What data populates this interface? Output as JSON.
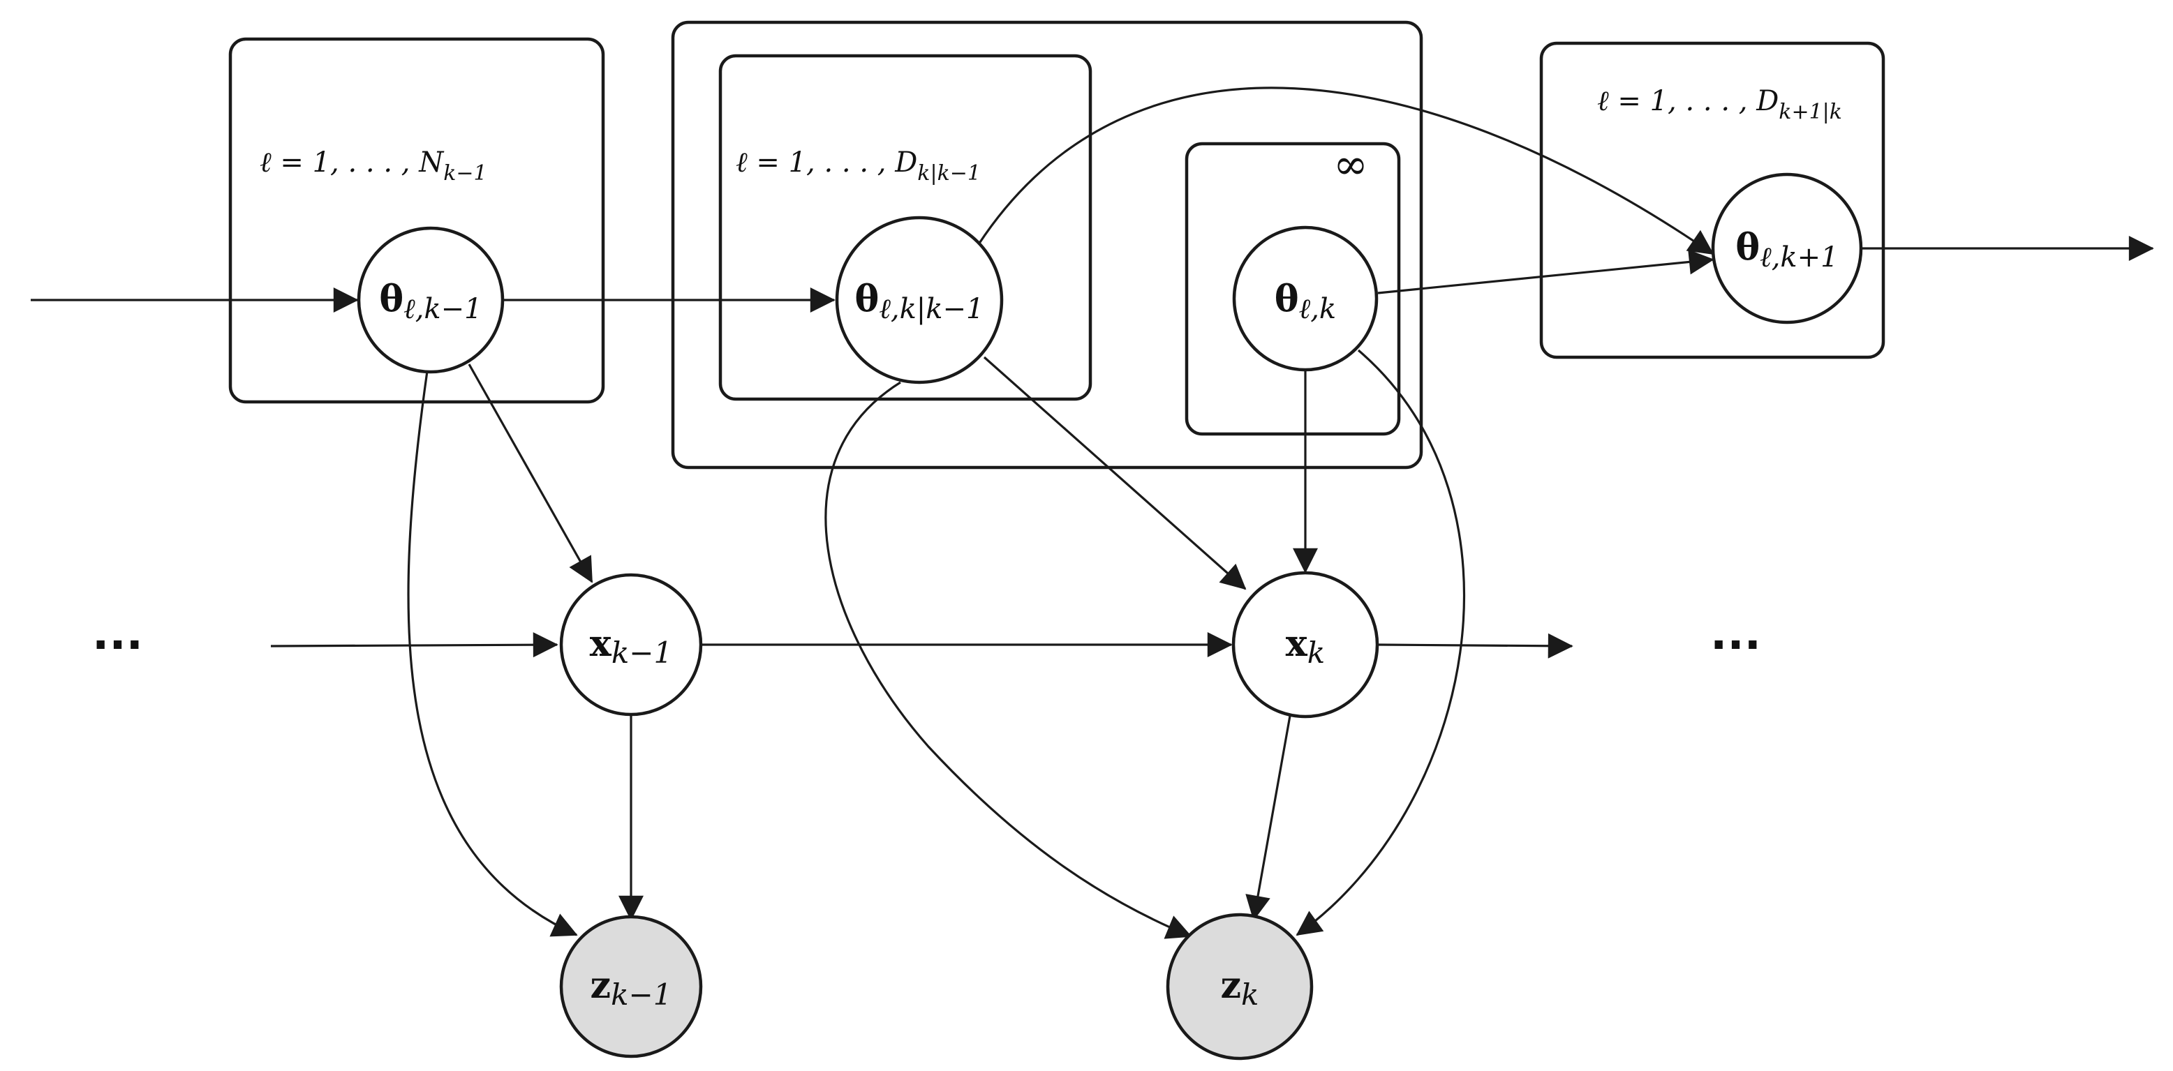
{
  "plates": {
    "prev": {
      "label_main": "ℓ = 1, . . . , N",
      "label_sub": "k−1"
    },
    "pred": {
      "label_main": "ℓ = 1, . . . , D",
      "label_sub": "k|k−1"
    },
    "birth": {
      "label_main": "∞"
    },
    "next": {
      "label_main": "ℓ = 1, . . . , D",
      "label_sub": "k+1|k"
    }
  },
  "nodes": {
    "theta_prev": {
      "main": "θ",
      "sub": "ℓ,k−1",
      "observed": false
    },
    "theta_pred": {
      "main": "θ",
      "sub": "ℓ,k|k−1",
      "observed": false
    },
    "theta_birth": {
      "main": "θ",
      "sub": "ℓ,k",
      "observed": false
    },
    "theta_next": {
      "main": "θ",
      "sub": "ℓ,k+1",
      "observed": false
    },
    "x_prev": {
      "main": "x",
      "sub": "k−1",
      "observed": false
    },
    "x_curr": {
      "main": "x",
      "sub": "k",
      "observed": false
    },
    "z_prev": {
      "main": "z",
      "sub": "k−1",
      "observed": true
    },
    "z_curr": {
      "main": "z",
      "sub": "k",
      "observed": true
    }
  },
  "ellipsis": {
    "left": "...",
    "right": "..."
  },
  "colors": {
    "stroke": "#1a1a1a",
    "observed_fill": "#dcdcdc",
    "background": "#ffffff"
  }
}
